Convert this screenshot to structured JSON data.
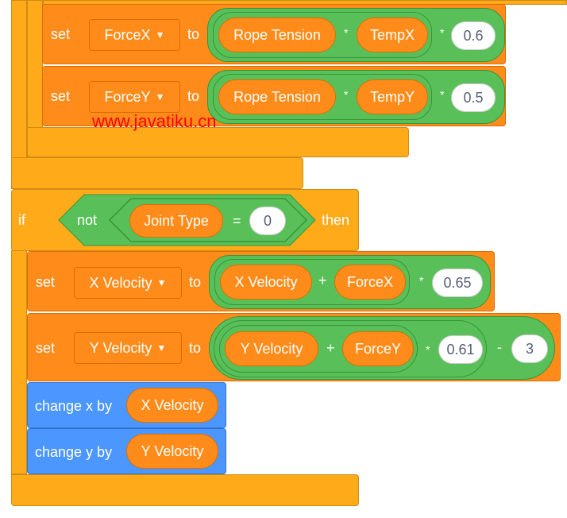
{
  "labels": {
    "set": "set",
    "to": "to",
    "if": "if",
    "not": "not",
    "then": "then",
    "change_x": "change x by",
    "change_y": "change y by"
  },
  "ops": {
    "mult": "*",
    "plus": "+",
    "minus": "-",
    "equals": "="
  },
  "set1": {
    "variable": "ForceX",
    "left": "Rope Tension",
    "right": "TempX",
    "factor": "0.6"
  },
  "set2": {
    "variable": "ForceY",
    "left": "Rope Tension",
    "right": "TempY",
    "factor": "0.5"
  },
  "condition": {
    "reporter": "Joint Type",
    "value": "0"
  },
  "set3": {
    "variable": "X Velocity",
    "left": "X Velocity",
    "right": "ForceX",
    "factor": "0.65"
  },
  "set4": {
    "variable": "Y Velocity",
    "left": "Y Velocity",
    "right": "ForceY",
    "factor": "0.61",
    "subtract": "3"
  },
  "change_x_value": "X Velocity",
  "change_y_value": "Y Velocity",
  "watermark": "www.javatiku.cn",
  "dropdown_caret": "▼",
  "colors": {
    "control": "#ffab19",
    "variables": "#ff8c1a",
    "operators": "#59c059",
    "motion": "#4c97ff",
    "watermark": "#ff0000"
  }
}
